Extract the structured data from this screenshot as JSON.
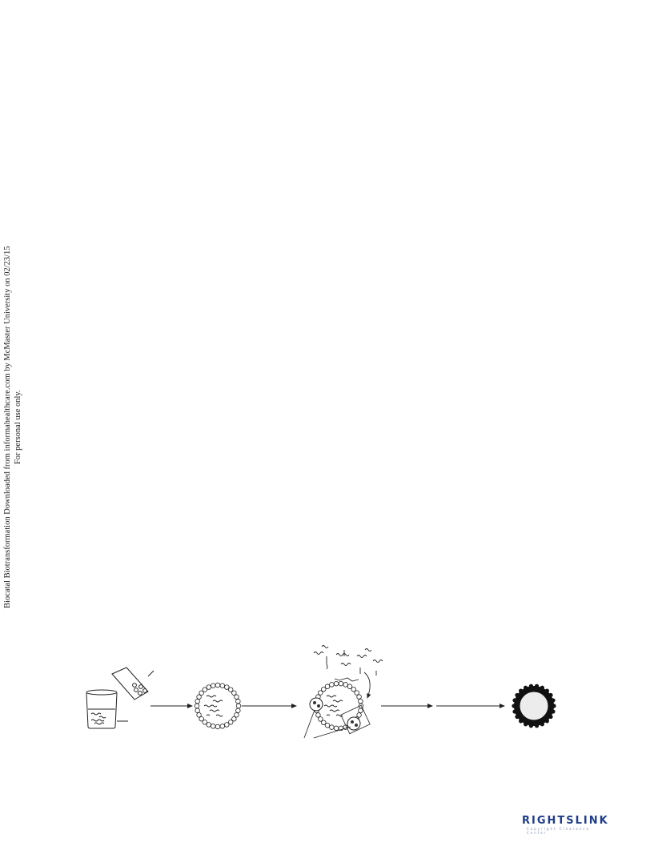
{
  "margin_note": {
    "line1": "Biocatal Biotransformation Downloaded from informahealthcare.com by McMaster University on 02/23/15",
    "line2": "For personal use only."
  },
  "logo": {
    "text": "RIGHTSLINK",
    "subtext": "Copyright Clearance Center"
  }
}
